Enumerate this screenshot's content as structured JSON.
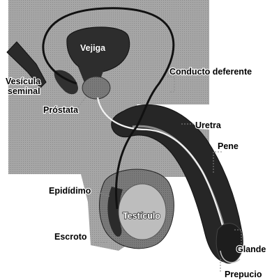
{
  "labels": {
    "vejiga": "Vejiga",
    "conducto_deferente": "Conducto deferente",
    "vesicula_seminal_1": "Vesícula",
    "vesicula_seminal_2": "seminal",
    "prostata": "Próstata",
    "uretra": "Uretra",
    "pene": "Pene",
    "epididimo": "Epidídimo",
    "testiculo": "Testículo",
    "escroto": "Escroto",
    "glande": "Glande",
    "prepucio": "Prepucio"
  },
  "colors": {
    "body_fill": "#9c9c9c",
    "organ_dark": "#2b2b2b",
    "organ_mid": "#6d6d6d",
    "duct": "#111111"
  }
}
